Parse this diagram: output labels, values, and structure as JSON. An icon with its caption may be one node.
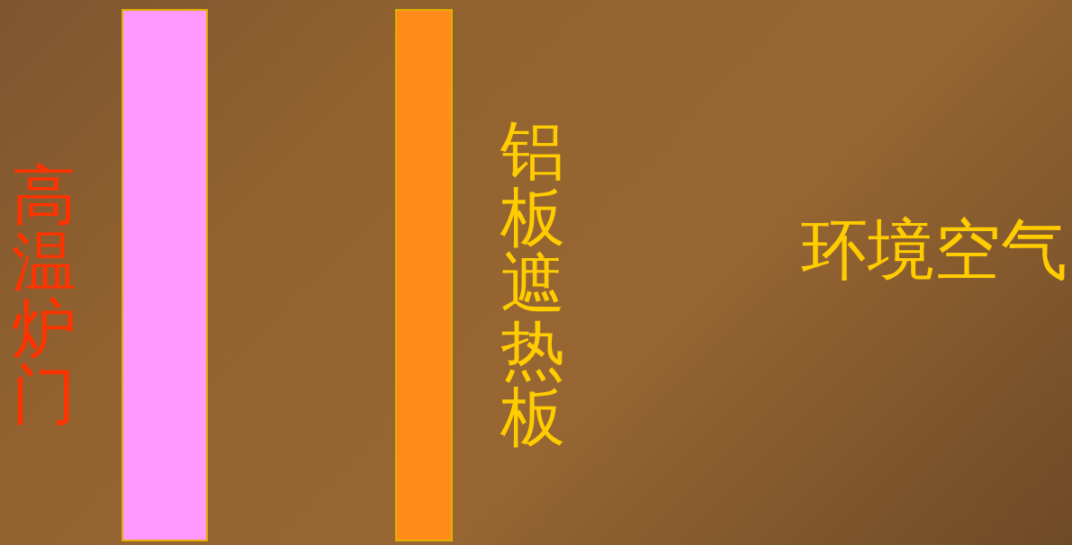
{
  "diagram": {
    "nodes": [
      {
        "text": [],
        "shape": "bar",
        "beside": [
          "高温炉门"
        ]
      },
      {
        "text": [],
        "shape": "bar",
        "beside": [
          "铝板遮热板"
        ]
      }
    ],
    "labels": [
      "环境空气"
    ]
  }
}
